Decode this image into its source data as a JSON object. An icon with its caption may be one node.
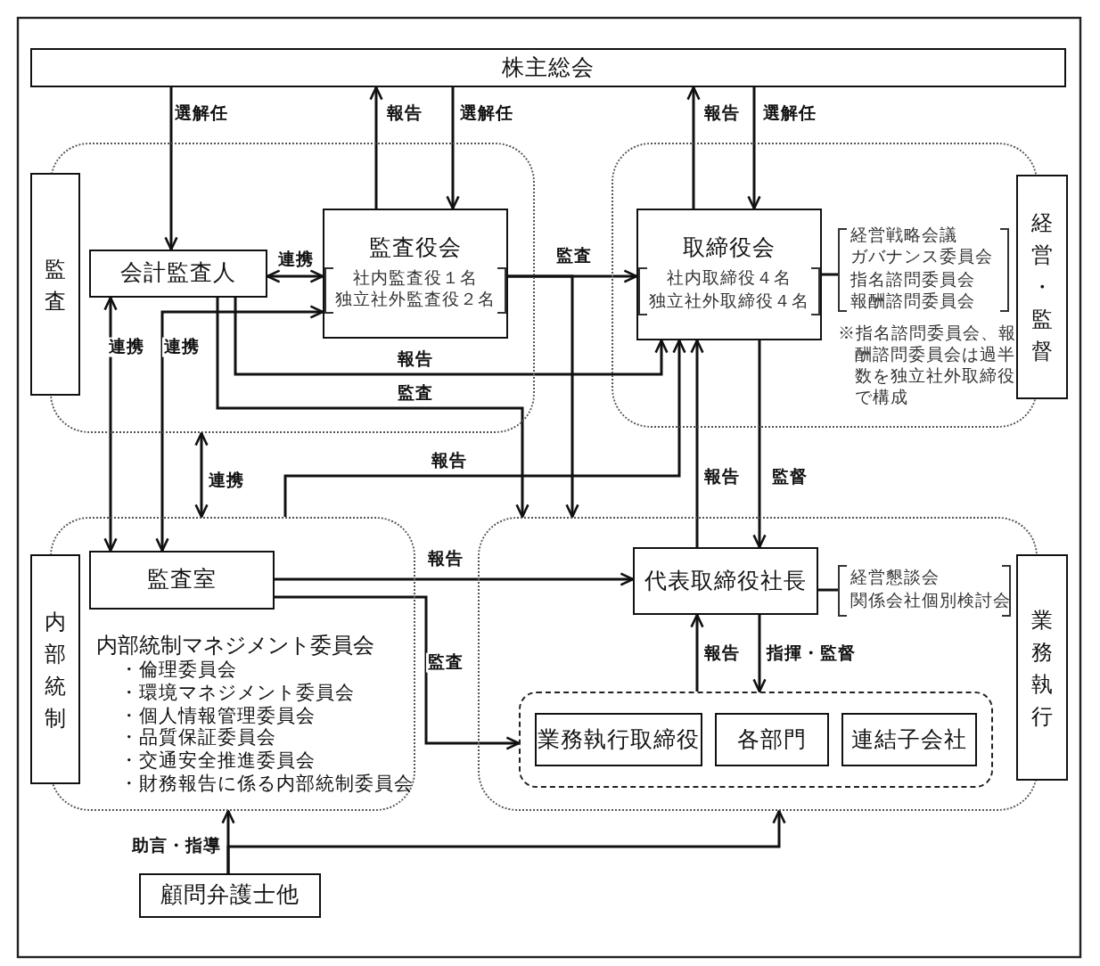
{
  "diagram": {
    "nodes": [
      {
        "text": [
          "株主総会"
        ]
      },
      {
        "text": [],
        "shape": "box"
      },
      {
        "text": [
          "監査"
        ]
      },
      {
        "text": [
          "会計監査人"
        ],
        "in": 1
      },
      {
        "text": [
          "監査役会",
          "社内監査役１名",
          "独立社外監査役２名"
        ],
        "in": 1
      },
      {
        "text": [],
        "shape": "box"
      },
      {
        "text": [
          "取締役会",
          "社内取締役４名",
          "独立社外取締役４名"
        ],
        "in": 5
      },
      {
        "text": [
          "経営戦略会議",
          "ガバナンス委員会",
          "指名諮問委員会",
          "報酬諮問委員会"
        ],
        "in": 5
      },
      {
        "text": [
          "経営・監督"
        ]
      },
      {
        "text": [
          "内部統制マネジメント委員会",
          "・倫理委員会",
          "・環境マネジメント委員会",
          "・個人情報管理委員会",
          "・品質保証委員会",
          "・交通安全推進委員会",
          "・財務報告に係る内部統制委員会"
        ]
      },
      {
        "text": [
          "内部統制"
        ]
      },
      {
        "text": [
          "監査室"
        ],
        "in": 9
      },
      {
        "text": [],
        "shape": "box"
      },
      {
        "text": [
          "代表取締役社長"
        ],
        "in": 12
      },
      {
        "text": [
          "経営懇談会",
          "関係会社個別検討会"
        ],
        "in": 12
      },
      {
        "text": [],
        "shape": "box",
        "in": 12
      },
      {
        "text": [
          "業務執行取締役"
        ],
        "in": 15
      },
      {
        "text": [
          "各部門"
        ],
        "in": 15
      },
      {
        "text": [
          "連結子会社"
        ],
        "in": 15
      },
      {
        "text": [
          "業務執行"
        ]
      },
      {
        "text": [
          "顧問弁護士他"
        ]
      }
    ],
    "edges": [
      {
        "from": 0,
        "to": 3,
        "arrow": "to",
        "label": "選解任"
      },
      {
        "from": 4,
        "to": 0,
        "arrow": "to",
        "label": "報告"
      },
      {
        "from": 0,
        "to": 4,
        "arrow": "to",
        "label": "選解任"
      },
      {
        "from": 6,
        "to": 0,
        "arrow": "to",
        "label": "報告"
      },
      {
        "from": 0,
        "to": 6,
        "arrow": "to",
        "label": "選解任"
      },
      {
        "from": 3,
        "to": 4,
        "arrow": "both",
        "label": "連携"
      },
      {
        "from": 3,
        "to": 11,
        "arrow": "both",
        "label": "連携"
      },
      {
        "from": 11,
        "to": 4,
        "arrow": "both",
        "label": "連携"
      },
      {
        "from": 4,
        "to": 6,
        "arrow": "to",
        "label": "監査"
      },
      {
        "from": 4,
        "to": 12,
        "arrow": "to"
      },
      {
        "from": 3,
        "to": 6,
        "arrow": "to",
        "label": "報告"
      },
      {
        "from": 3,
        "to": 12,
        "arrow": "to",
        "label": "監査"
      },
      {
        "from": 9,
        "to": 6,
        "arrow": "to",
        "label": "報告"
      },
      {
        "from": 1,
        "to": 9,
        "arrow": "both",
        "label": "連携"
      },
      {
        "from": 6,
        "to": 7,
        "arrow": "none"
      },
      {
        "from": 13,
        "to": 6,
        "arrow": "to",
        "label": "報告"
      },
      {
        "from": 6,
        "to": 13,
        "arrow": "to",
        "label": "監督"
      },
      {
        "from": 11,
        "to": 13,
        "arrow": "to",
        "label": "報告"
      },
      {
        "from": 11,
        "to": 15,
        "arrow": "to",
        "label": "監査"
      },
      {
        "from": 13,
        "to": 14,
        "arrow": "none"
      },
      {
        "from": 15,
        "to": 13,
        "arrow": "to",
        "label": "報告"
      },
      {
        "from": 13,
        "to": 15,
        "arrow": "to",
        "label": "指揮・監督"
      },
      {
        "from": 20,
        "to": 9,
        "arrow": "to",
        "label": "助言・指導"
      },
      {
        "from": 20,
        "to": 12,
        "arrow": "to"
      }
    ],
    "labels": [
      "※指名諮問委員会、報酬諮問委員会は過半数を独立社外取締役で構成"
    ]
  }
}
